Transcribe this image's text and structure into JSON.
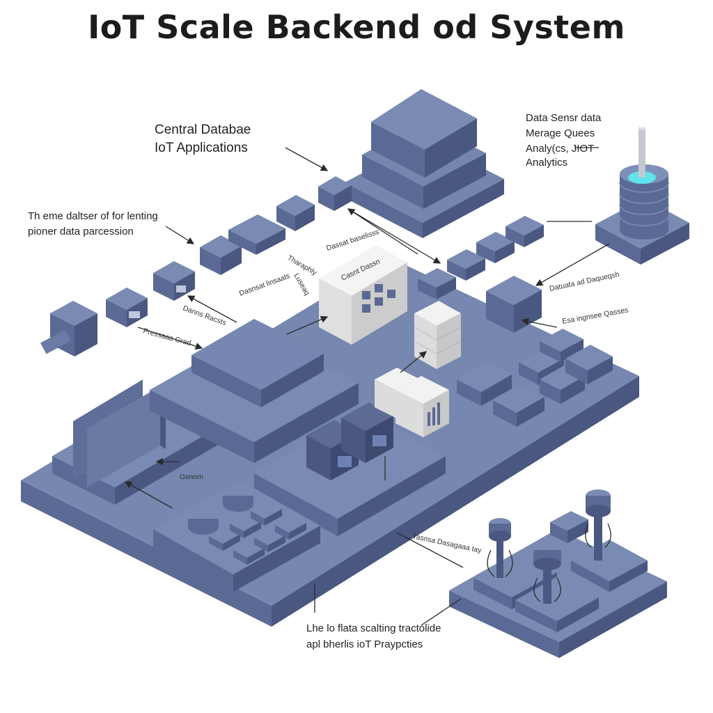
{
  "title": "IoT Scale Backend od System",
  "labels": {
    "central_db_line1": "Central Databae",
    "central_db_line2": "IoT Applications",
    "left_line1": "Th eme daltser of for lenting",
    "left_line2": "pioner data parcession",
    "right_line1": "Data Sensr data",
    "right_line2": "Merage Quees",
    "right_line3": "Analy(cs, JIOT",
    "right_line4": "Analytics",
    "bottom_line1": "Lhe lo flata scalting tractolide",
    "bottom_line2": "apl bherlis ioT Praypcties",
    "small_1": "Dassat baselisss",
    "small_2": "Tharaphly",
    "small_3": "Dasnsat linsaals",
    "small_4": "Luseaq",
    "small_5": "Danns Racsts",
    "small_6": "Pressaaa Grad",
    "small_7": "Casnt Dassn",
    "small_8": "Datuata ad Daqueqsh",
    "small_9": "Esa ingnsee Qasses",
    "small_10": "Gsnnm",
    "small_11": "Tasnsa Dasagaaa tay"
  },
  "colors": {
    "slate_top": "#7485ae",
    "slate_left": "#5b6a94",
    "slate_right": "#4a5780",
    "white_top": "#f2f2f2",
    "white_left": "#dcdcdc",
    "white_right": "#c8c8c8",
    "accent_cyan": "#5fe3ee"
  },
  "icons": [
    "database-icon",
    "server-icon",
    "sensor-icon",
    "connector-icon",
    "chip-icon"
  ]
}
